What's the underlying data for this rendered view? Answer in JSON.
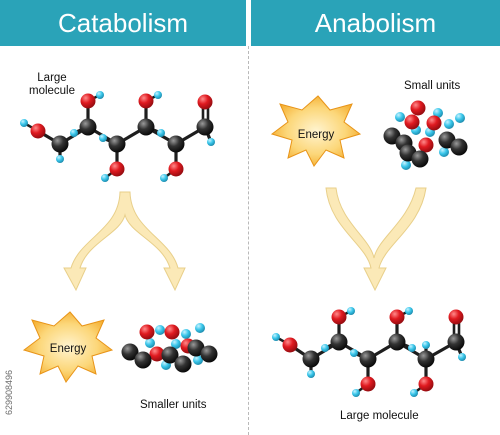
{
  "catabolism": {
    "title": "Catabolism",
    "input_label_line1": "Large",
    "input_label_line2": "molecule",
    "energy_label": "Energy",
    "output_label": "Smaller units"
  },
  "anabolism": {
    "title": "Anabolism",
    "input_label": "Small units",
    "energy_label": "Energy",
    "output_label": "Large molecule"
  },
  "watermark": "629908496",
  "colors": {
    "header": "#2aa3b8",
    "arrow_fill": "#fbe9b7",
    "arrow_stroke": "#e8cf8a",
    "oxygen": "#d9141b",
    "carbon": "#2b2b2b",
    "hydrogen": "#35c3e6",
    "energy_burst": "#f7a81b"
  }
}
